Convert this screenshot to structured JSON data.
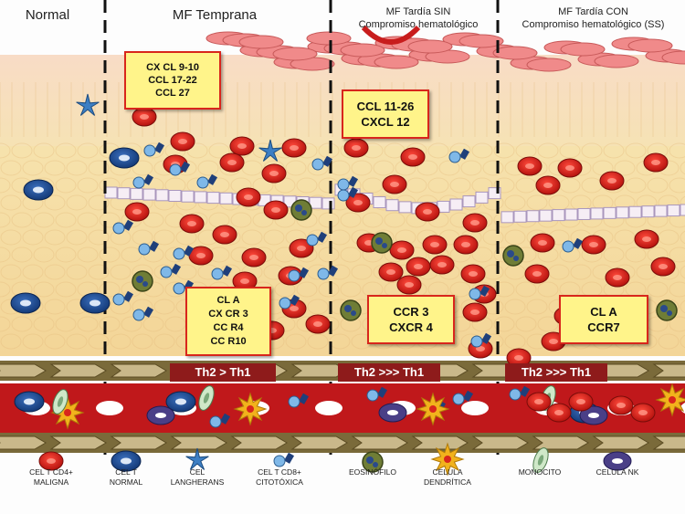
{
  "columns": {
    "normal": "Normal",
    "early": "MF Temprana",
    "late_without": {
      "line1": "MF Tardía SIN",
      "line2": "Compromiso hematológico"
    },
    "late_with": {
      "line1": "MF Tardía CON",
      "line2": "Compromiso hematológico (SS)"
    }
  },
  "boxes": {
    "chemokines_early": [
      "CX CL 9-10",
      "CCL 17-22",
      "CCL 27"
    ],
    "chemokines_late": [
      "CCL 11-26",
      "CXCL 12"
    ],
    "receptors_early": [
      "CL A",
      "CX CR 3",
      "CC R4",
      "CC R10"
    ],
    "receptors_late_without": [
      "CCR 3",
      "CXCR 4"
    ],
    "receptors_late_with": [
      "CL A",
      "CCR7"
    ]
  },
  "th_bands": [
    "Th2 > Th1",
    "Th2 >>> Th1",
    "Th2 >>> Th1"
  ],
  "legend": [
    {
      "icon": "malignant-cd4-t-cell",
      "line1": "CEL T  CD4+",
      "line2": "MALIGNA"
    },
    {
      "icon": "normal-t-cell",
      "line1": "CEL T",
      "line2": "NORMAL"
    },
    {
      "icon": "langerhans-cell",
      "line1": "CEL",
      "line2": "LANGHERANS"
    },
    {
      "icon": "cytotoxic-cd8-t-cell",
      "line1": "CEL T  CD8+",
      "line2": "CITOTÓXICA"
    },
    {
      "icon": "eosinophil",
      "line1": "EOSINÓFILO",
      "line2": ""
    },
    {
      "icon": "dendritic-cell",
      "line1": "CELULA",
      "line2": "DENDRÍTICA"
    },
    {
      "icon": "monocyte",
      "line1": "MONOCITO",
      "line2": ""
    },
    {
      "icon": "nk-cell",
      "line1": "CELULA NK",
      "line2": ""
    }
  ],
  "colors": {
    "malignant_cell": "#d8261c",
    "normal_t_cell": "#23509a",
    "langerhans": "#3d7fc4",
    "cd8_cell": "#7fb8e8",
    "eosinophil": "#6f7d36",
    "dendritic": "#f2b21c",
    "monocyte": "#cfe8c8",
    "nk_cell": "#4a3f87",
    "vessel": "#c0181b",
    "box_fill": "#fff48a",
    "box_border": "#d8261c"
  }
}
